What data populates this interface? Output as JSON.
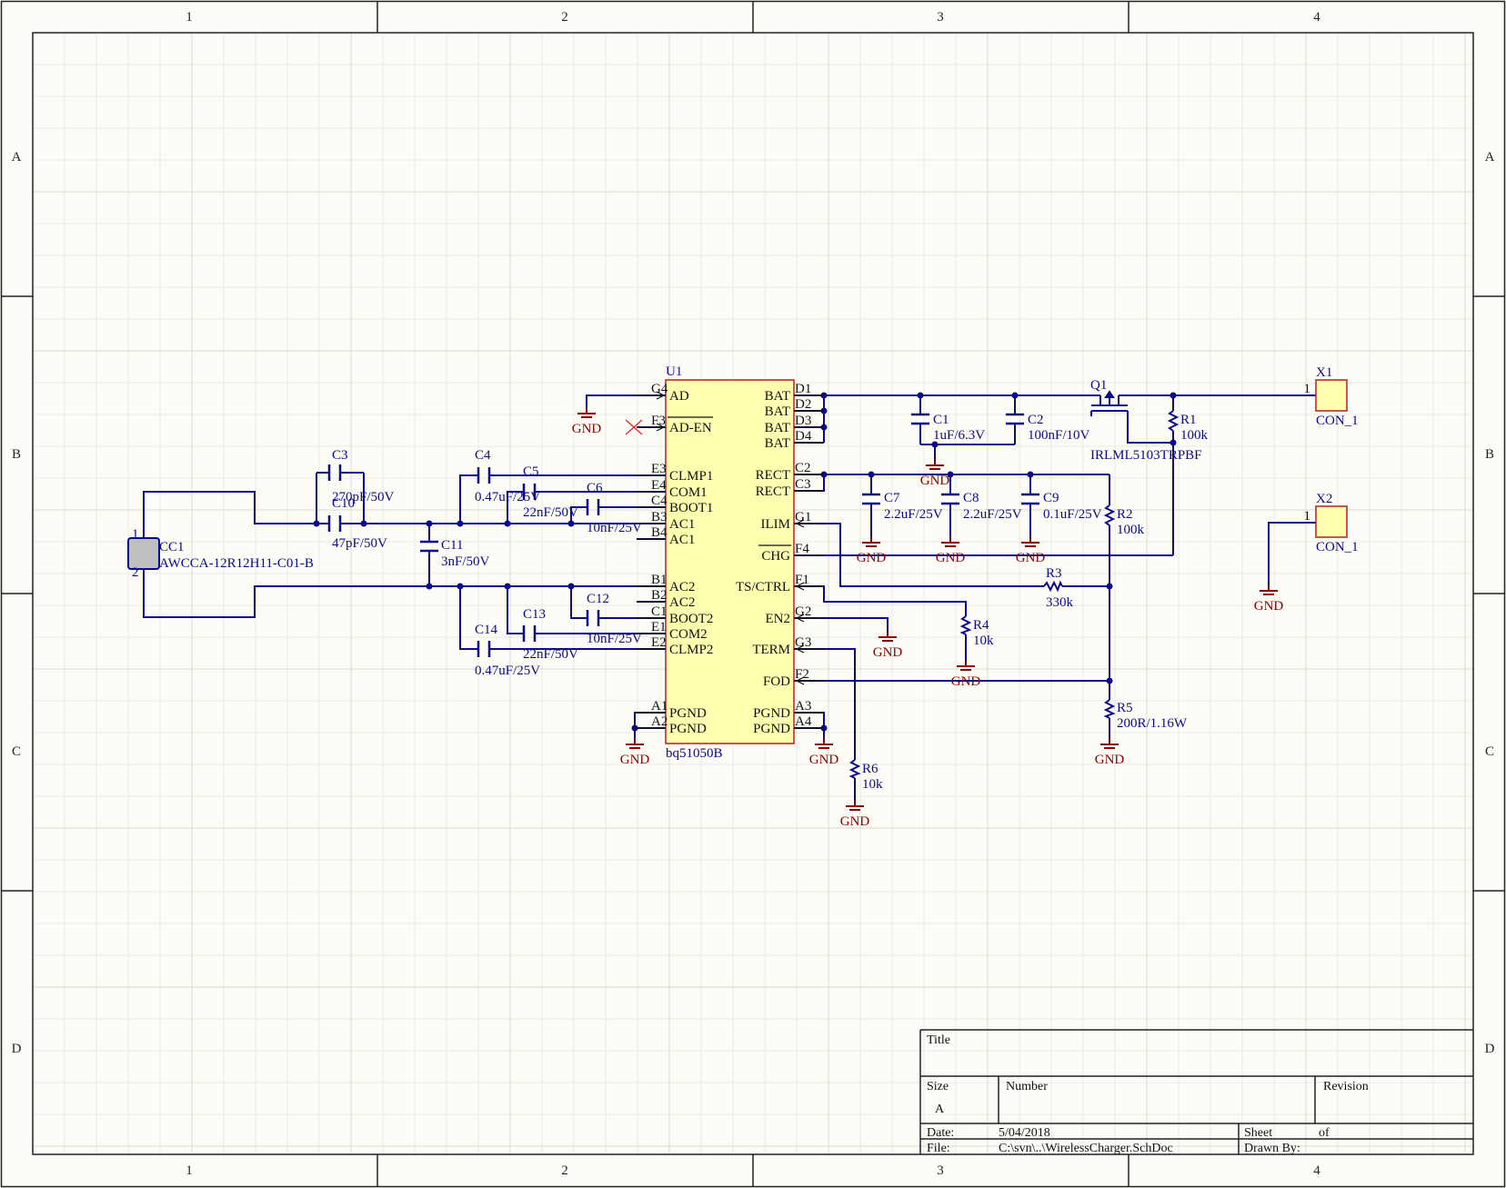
{
  "zones": {
    "columns": [
      "1",
      "2",
      "3",
      "4"
    ],
    "rows": [
      "A",
      "B",
      "C",
      "D"
    ]
  },
  "ic": {
    "designator": "U1",
    "part": "bq51050B",
    "left_pins": [
      {
        "num": "G4",
        "name": "AD"
      },
      {
        "num": "F3",
        "name": "AD-EN"
      },
      {
        "num": "E3",
        "name": "CLMP1"
      },
      {
        "num": "E4",
        "name": "COM1"
      },
      {
        "num": "C4",
        "name": "BOOT1"
      },
      {
        "num": "B3",
        "name": "AC1"
      },
      {
        "num": "B4",
        "name": "AC1"
      },
      {
        "num": "B1",
        "name": "AC2"
      },
      {
        "num": "B2",
        "name": "AC2"
      },
      {
        "num": "C1",
        "name": "BOOT2"
      },
      {
        "num": "E1",
        "name": "COM2"
      },
      {
        "num": "E2",
        "name": "CLMP2"
      },
      {
        "num": "A1",
        "name": "PGND"
      },
      {
        "num": "A2",
        "name": "PGND"
      }
    ],
    "right_pins": [
      {
        "num": "D1",
        "name": "BAT"
      },
      {
        "num": "D2",
        "name": "BAT"
      },
      {
        "num": "D3",
        "name": "BAT"
      },
      {
        "num": "D4",
        "name": "BAT"
      },
      {
        "num": "C2",
        "name": "RECT"
      },
      {
        "num": "C3",
        "name": "RECT"
      },
      {
        "num": "G1",
        "name": "ILIM"
      },
      {
        "num": "F4",
        "name": "CHG"
      },
      {
        "num": "F1",
        "name": "TS/CTRL"
      },
      {
        "num": "G2",
        "name": "EN2"
      },
      {
        "num": "G3",
        "name": "TERM"
      },
      {
        "num": "F2",
        "name": "FOD"
      },
      {
        "num": "A3",
        "name": "PGND"
      },
      {
        "num": "A4",
        "name": "PGND"
      }
    ]
  },
  "coil": {
    "designator": "CC1",
    "part": "AWCCA-12R12H11-C01-B",
    "pin1": "1",
    "pin2": "2"
  },
  "capacitors": [
    {
      "ref": "C3",
      "value": "270pF/50V"
    },
    {
      "ref": "C10",
      "value": "47pF/50V"
    },
    {
      "ref": "C11",
      "value": "3nF/50V"
    },
    {
      "ref": "C4",
      "value": "0.47uF/25V"
    },
    {
      "ref": "C5",
      "value": "22nF/50V"
    },
    {
      "ref": "C6",
      "value": "10nF/25V"
    },
    {
      "ref": "C12",
      "value": "10nF/25V"
    },
    {
      "ref": "C13",
      "value": "22nF/50V"
    },
    {
      "ref": "C14",
      "value": "0.47uF/25V"
    },
    {
      "ref": "C1",
      "value": "1uF/6.3V"
    },
    {
      "ref": "C2",
      "value": "100nF/10V"
    },
    {
      "ref": "C7",
      "value": "2.2uF/25V"
    },
    {
      "ref": "C8",
      "value": "2.2uF/25V"
    },
    {
      "ref": "C9",
      "value": "0.1uF/25V"
    }
  ],
  "resistors": [
    {
      "ref": "R1",
      "value": "100k"
    },
    {
      "ref": "R2",
      "value": "100k"
    },
    {
      "ref": "R3",
      "value": "330k"
    },
    {
      "ref": "R4",
      "value": "10k"
    },
    {
      "ref": "R5",
      "value": "200R/1.16W"
    },
    {
      "ref": "R6",
      "value": "10k"
    }
  ],
  "transistor": {
    "ref": "Q1",
    "part": "IRLML5103TRPBF"
  },
  "connectors": [
    {
      "ref": "X1",
      "part": "CON_1",
      "pin": "1"
    },
    {
      "ref": "X2",
      "part": "CON_1",
      "pin": "1"
    }
  ],
  "ground_label": "GND",
  "colors": {
    "wire": "#0a0a8a",
    "ground": "#8b0000",
    "ic_fill": "#ffffb0",
    "ic_border": "#b22222",
    "sheet_bg": "#fdfcf6",
    "connector_fill": "#ffffb0"
  },
  "title_block": {
    "title_label": "Title",
    "size_label": "Size",
    "size_value": "A",
    "number_label": "Number",
    "revision_label": "Revision",
    "date_label": "Date:",
    "date_value": "5/04/2018",
    "sheet_label": "Sheet",
    "of_label": "of",
    "file_label": "File:",
    "file_value": "C:\\svn\\..\\WirelessCharger.SchDoc",
    "drawn_label": "Drawn By:"
  }
}
